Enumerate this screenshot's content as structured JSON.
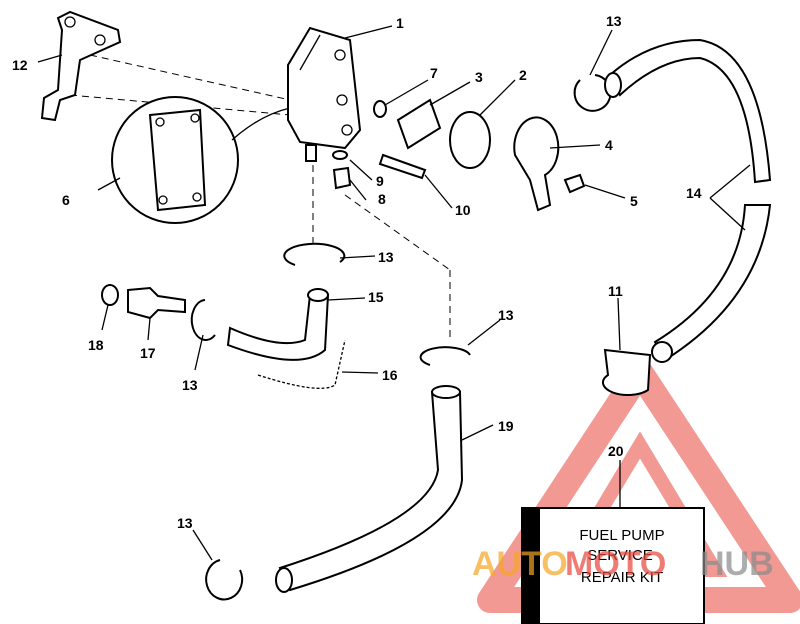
{
  "callouts": [
    "1",
    "2",
    "3",
    "4",
    "5",
    "6",
    "7",
    "8",
    "9",
    "10",
    "11",
    "12",
    "13",
    "14",
    "15",
    "16",
    "17",
    "18",
    "19",
    "20"
  ],
  "kit_box": {
    "line1": "FUEL PUMP",
    "line2": "SERVICE",
    "line3": "REPAIR KIT"
  },
  "watermark": {
    "part1": "AUTO",
    "part2": "MOTO",
    "part3": "HUB",
    "color_orange": "#f5a623",
    "color_red": "#e8463c",
    "color_gray": "#8a8a8a"
  }
}
